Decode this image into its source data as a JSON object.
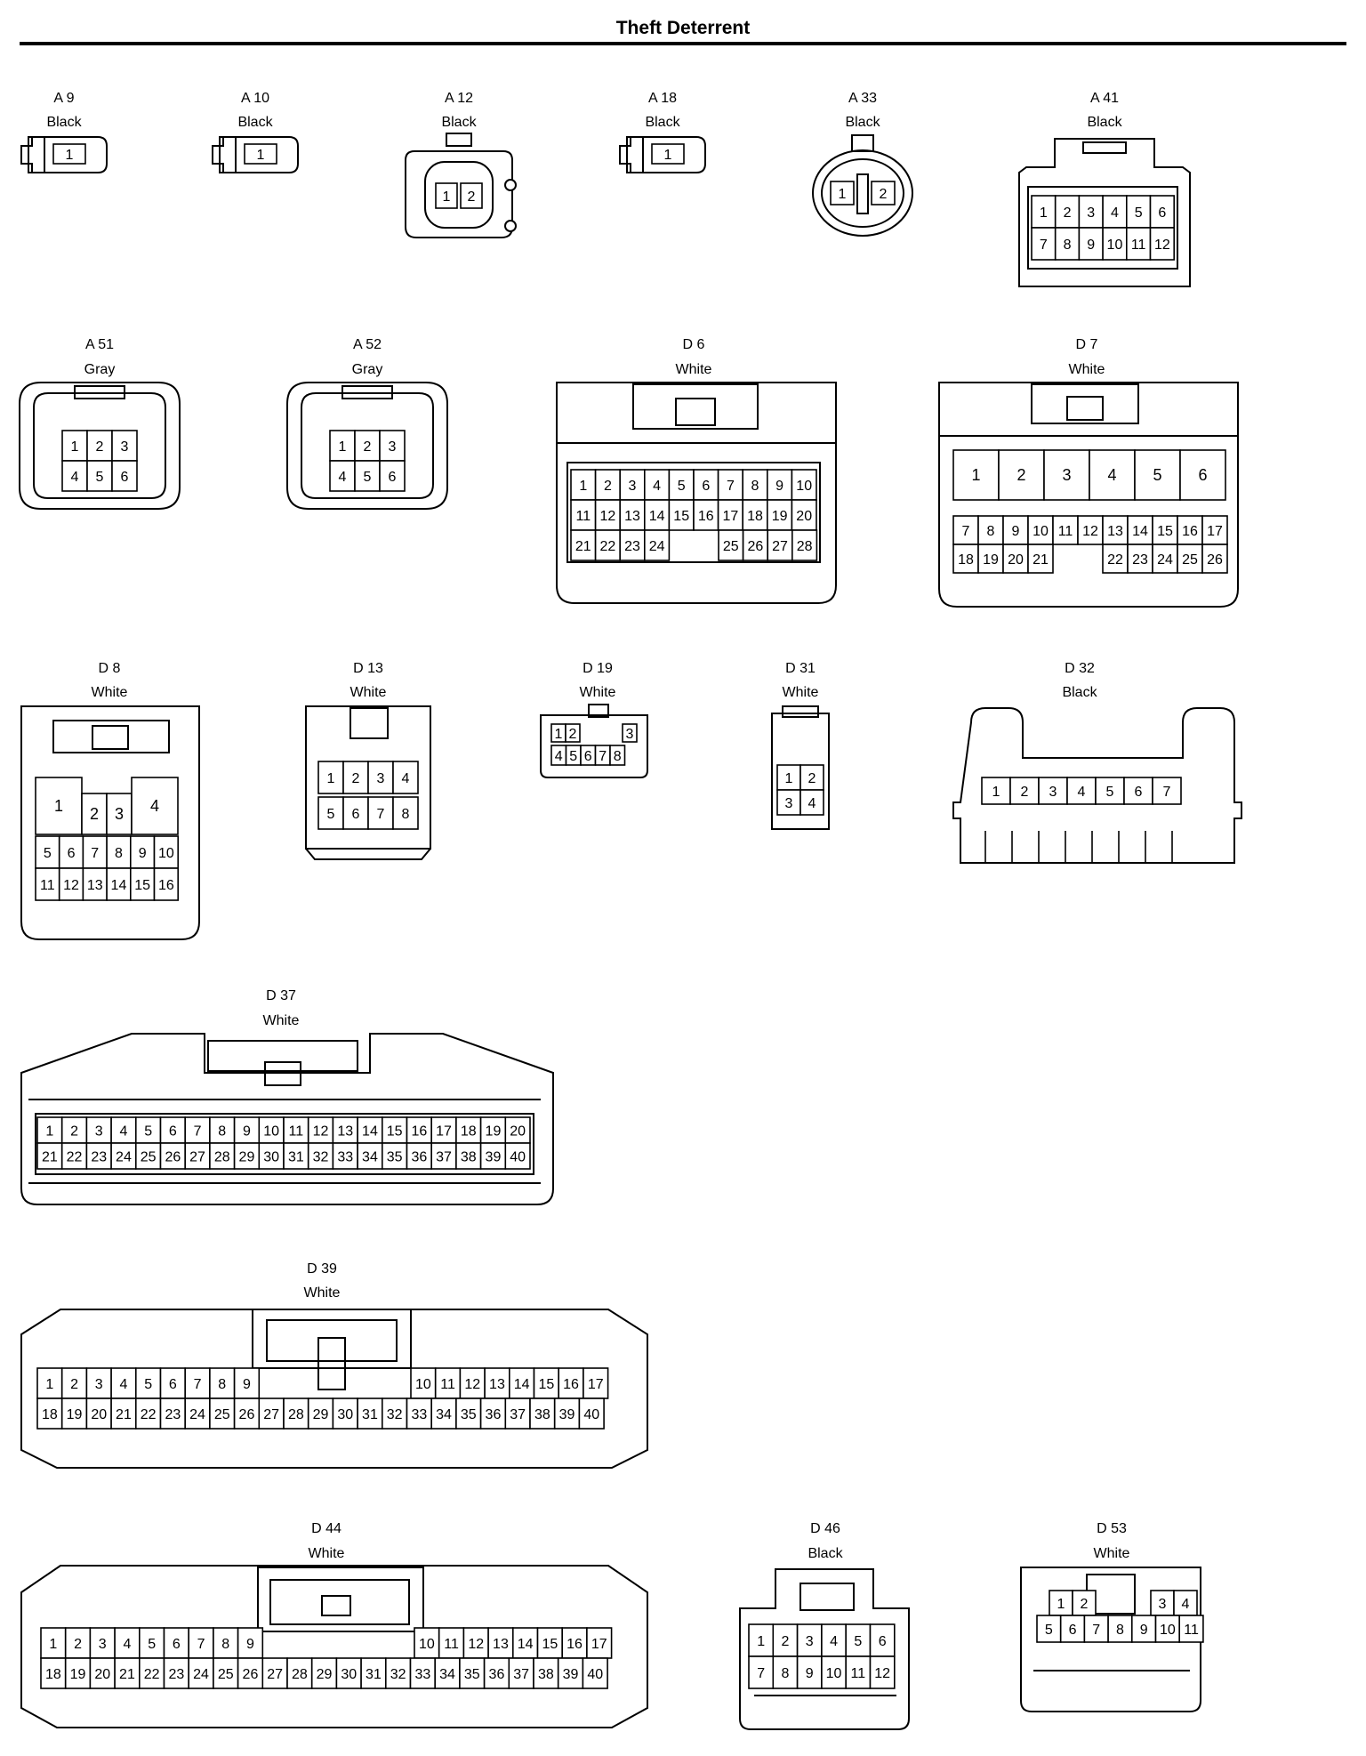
{
  "page": {
    "title": "Theft Deterrent"
  },
  "connectors": [
    {
      "id": "A 9",
      "color": "Black",
      "pins": [
        "1"
      ]
    },
    {
      "id": "A 10",
      "color": "Black",
      "pins": [
        "1"
      ]
    },
    {
      "id": "A 12",
      "color": "Black",
      "pins": [
        "1",
        "2"
      ]
    },
    {
      "id": "A 18",
      "color": "Black",
      "pins": [
        "1"
      ]
    },
    {
      "id": "A 33",
      "color": "Black",
      "pins": [
        "1",
        "2"
      ]
    },
    {
      "id": "A 41",
      "color": "Black",
      "pins": [
        "1",
        "2",
        "3",
        "4",
        "5",
        "6",
        "7",
        "8",
        "9",
        "10",
        "11",
        "12"
      ]
    },
    {
      "id": "A 51",
      "color": "Gray",
      "pins": [
        "1",
        "2",
        "3",
        "4",
        "5",
        "6"
      ]
    },
    {
      "id": "A 52",
      "color": "Gray",
      "pins": [
        "1",
        "2",
        "3",
        "4",
        "5",
        "6"
      ]
    },
    {
      "id": "D 6",
      "color": "White",
      "pins": [
        "1",
        "2",
        "3",
        "4",
        "5",
        "6",
        "7",
        "8",
        "9",
        "10",
        "11",
        "12",
        "13",
        "14",
        "15",
        "16",
        "17",
        "18",
        "19",
        "20",
        "21",
        "22",
        "23",
        "24",
        "25",
        "26",
        "27",
        "28"
      ]
    },
    {
      "id": "D 7",
      "color": "White",
      "pins": [
        "1",
        "2",
        "3",
        "4",
        "5",
        "6",
        "7",
        "8",
        "9",
        "10",
        "11",
        "12",
        "13",
        "14",
        "15",
        "16",
        "17",
        "18",
        "19",
        "20",
        "21",
        "22",
        "23",
        "24",
        "25",
        "26"
      ]
    },
    {
      "id": "D 8",
      "color": "White",
      "pins": [
        "1",
        "2",
        "3",
        "4",
        "5",
        "6",
        "7",
        "8",
        "9",
        "10",
        "11",
        "12",
        "13",
        "14",
        "15",
        "16"
      ]
    },
    {
      "id": "D 13",
      "color": "White",
      "pins": [
        "1",
        "2",
        "3",
        "4",
        "5",
        "6",
        "7",
        "8"
      ]
    },
    {
      "id": "D 19",
      "color": "White",
      "pins": [
        "1",
        "2",
        "3",
        "4",
        "5",
        "6",
        "7",
        "8"
      ]
    },
    {
      "id": "D 31",
      "color": "White",
      "pins": [
        "1",
        "2",
        "3",
        "4"
      ]
    },
    {
      "id": "D 32",
      "color": "Black",
      "pins": [
        "1",
        "2",
        "3",
        "4",
        "5",
        "6",
        "7"
      ]
    },
    {
      "id": "D 37",
      "color": "White",
      "pins": [
        "1",
        "2",
        "3",
        "4",
        "5",
        "6",
        "7",
        "8",
        "9",
        "10",
        "11",
        "12",
        "13",
        "14",
        "15",
        "16",
        "17",
        "18",
        "19",
        "20",
        "21",
        "22",
        "23",
        "24",
        "25",
        "26",
        "27",
        "28",
        "29",
        "30",
        "31",
        "32",
        "33",
        "34",
        "35",
        "36",
        "37",
        "38",
        "39",
        "40"
      ]
    },
    {
      "id": "D 39",
      "color": "White",
      "pins": [
        "1",
        "2",
        "3",
        "4",
        "5",
        "6",
        "7",
        "8",
        "9",
        "10",
        "11",
        "12",
        "13",
        "14",
        "15",
        "16",
        "17",
        "18",
        "19",
        "20",
        "21",
        "22",
        "23",
        "24",
        "25",
        "26",
        "27",
        "28",
        "29",
        "30",
        "31",
        "32",
        "33",
        "34",
        "35",
        "36",
        "37",
        "38",
        "39",
        "40"
      ]
    },
    {
      "id": "D 44",
      "color": "White",
      "pins": [
        "1",
        "2",
        "3",
        "4",
        "5",
        "6",
        "7",
        "8",
        "9",
        "10",
        "11",
        "12",
        "13",
        "14",
        "15",
        "16",
        "17",
        "18",
        "19",
        "20",
        "21",
        "22",
        "23",
        "24",
        "25",
        "26",
        "27",
        "28",
        "29",
        "30",
        "31",
        "32",
        "33",
        "34",
        "35",
        "36",
        "37",
        "38",
        "39",
        "40"
      ]
    },
    {
      "id": "D 46",
      "color": "Black",
      "pins": [
        "1",
        "2",
        "3",
        "4",
        "5",
        "6",
        "7",
        "8",
        "9",
        "10",
        "11",
        "12"
      ]
    },
    {
      "id": "D 53",
      "color": "White",
      "pins": [
        "1",
        "2",
        "3",
        "4",
        "5",
        "6",
        "7",
        "8",
        "9",
        "10",
        "11"
      ]
    }
  ]
}
